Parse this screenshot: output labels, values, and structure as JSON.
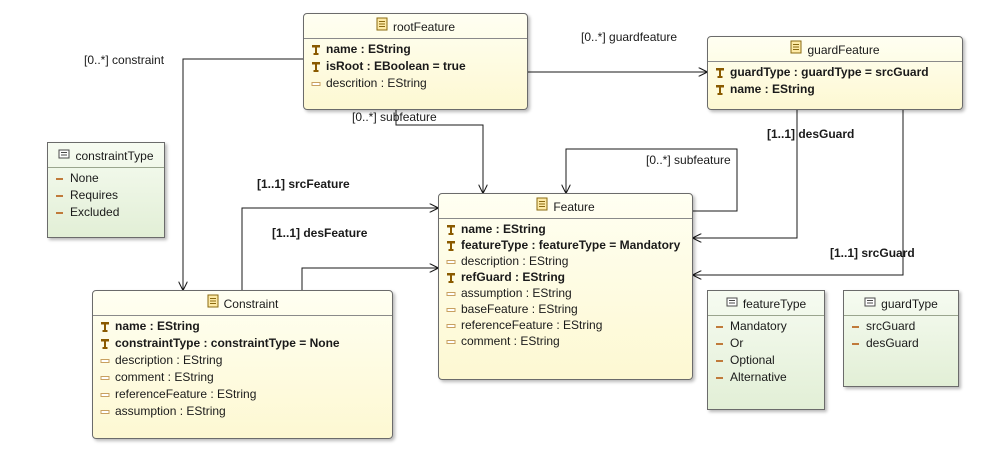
{
  "classes": {
    "root_feature": {
      "name": "rootFeature",
      "attributes": [
        {
          "text": "name : EString",
          "bold": true,
          "kind": "id"
        },
        {
          "text": "isRoot : EBoolean = true",
          "bold": true,
          "kind": "id"
        },
        {
          "text": "descrition : EString",
          "bold": false,
          "kind": "attr"
        }
      ]
    },
    "guard_feature": {
      "name": "guardFeature",
      "attributes": [
        {
          "text": "guardType : guardType = srcGuard",
          "bold": true,
          "kind": "id"
        },
        {
          "text": "name : EString",
          "bold": true,
          "kind": "id"
        }
      ]
    },
    "feature": {
      "name": "Feature",
      "attributes": [
        {
          "text": "name : EString",
          "bold": true,
          "kind": "id"
        },
        {
          "text": "featureType : featureType = Mandatory",
          "bold": true,
          "kind": "id"
        },
        {
          "text": "description : EString",
          "bold": false,
          "kind": "attr"
        },
        {
          "text": "refGuard : EString",
          "bold": true,
          "kind": "id"
        },
        {
          "text": "assumption : EString",
          "bold": false,
          "kind": "attr"
        },
        {
          "text": "baseFeature : EString",
          "bold": false,
          "kind": "attr"
        },
        {
          "text": "referenceFeature : EString",
          "bold": false,
          "kind": "attr"
        },
        {
          "text": "comment : EString",
          "bold": false,
          "kind": "attr"
        }
      ]
    },
    "constraint": {
      "name": "Constraint",
      "attributes": [
        {
          "text": "name : EString",
          "bold": true,
          "kind": "id"
        },
        {
          "text": "constraintType : constraintType = None",
          "bold": true,
          "kind": "id"
        },
        {
          "text": "description : EString",
          "bold": false,
          "kind": "attr"
        },
        {
          "text": "comment : EString",
          "bold": false,
          "kind": "attr"
        },
        {
          "text": "referenceFeature : EString",
          "bold": false,
          "kind": "attr"
        },
        {
          "text": "assumption : EString",
          "bold": false,
          "kind": "attr"
        }
      ]
    }
  },
  "enums": {
    "constraint_type": {
      "name": "constraintType",
      "literals": [
        "None",
        "Requires",
        "Excluded"
      ]
    },
    "feature_type": {
      "name": "featureType",
      "literals": [
        "Mandatory",
        "Or",
        "Optional",
        "Alternative"
      ]
    },
    "guard_type": {
      "name": "guardType",
      "literals": [
        "srcGuard",
        "desGuard"
      ]
    }
  },
  "labels": {
    "constraint_ref": "[0..*] constraint",
    "guardfeature_ref": "[0..*] guardfeature",
    "root_subfeature_ref": "[0..*] subfeature",
    "feature_subfeature_ref": "[0..*] subfeature",
    "des_guard_ref": "[1..1] desGuard",
    "src_guard_ref": "[1..1] srcGuard",
    "src_feature_ref": "[1..1] srcFeature",
    "des_feature_ref": "[1..1] desFeature"
  },
  "colors": {
    "class_fill_top": "#fffff2",
    "class_fill_bottom": "#fdf8d2",
    "enum_fill_top": "#f6fbf1",
    "enum_fill_bottom": "#e2efd6",
    "edge": "#1a1a1a",
    "id_icon": "#8a5a00",
    "attr_icon": "#c8a060"
  }
}
